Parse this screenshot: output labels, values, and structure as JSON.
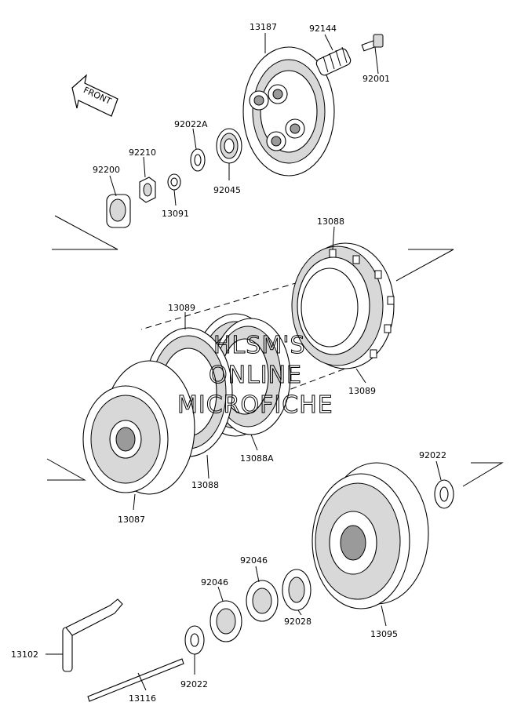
{
  "diagram": {
    "front_arrow_text": "FRONT",
    "watermark": [
      "HLSM'S",
      "ONLINE",
      "MICROFICHE"
    ],
    "part_labels": [
      "13187",
      "92144",
      "92001",
      "92022A",
      "92210",
      "92200",
      "13091",
      "92045",
      "13088",
      "13089",
      "13089",
      "13088A",
      "13088",
      "13087",
      "92022",
      "92046",
      "92046",
      "92028",
      "13095",
      "13102",
      "92022",
      "13116"
    ]
  }
}
